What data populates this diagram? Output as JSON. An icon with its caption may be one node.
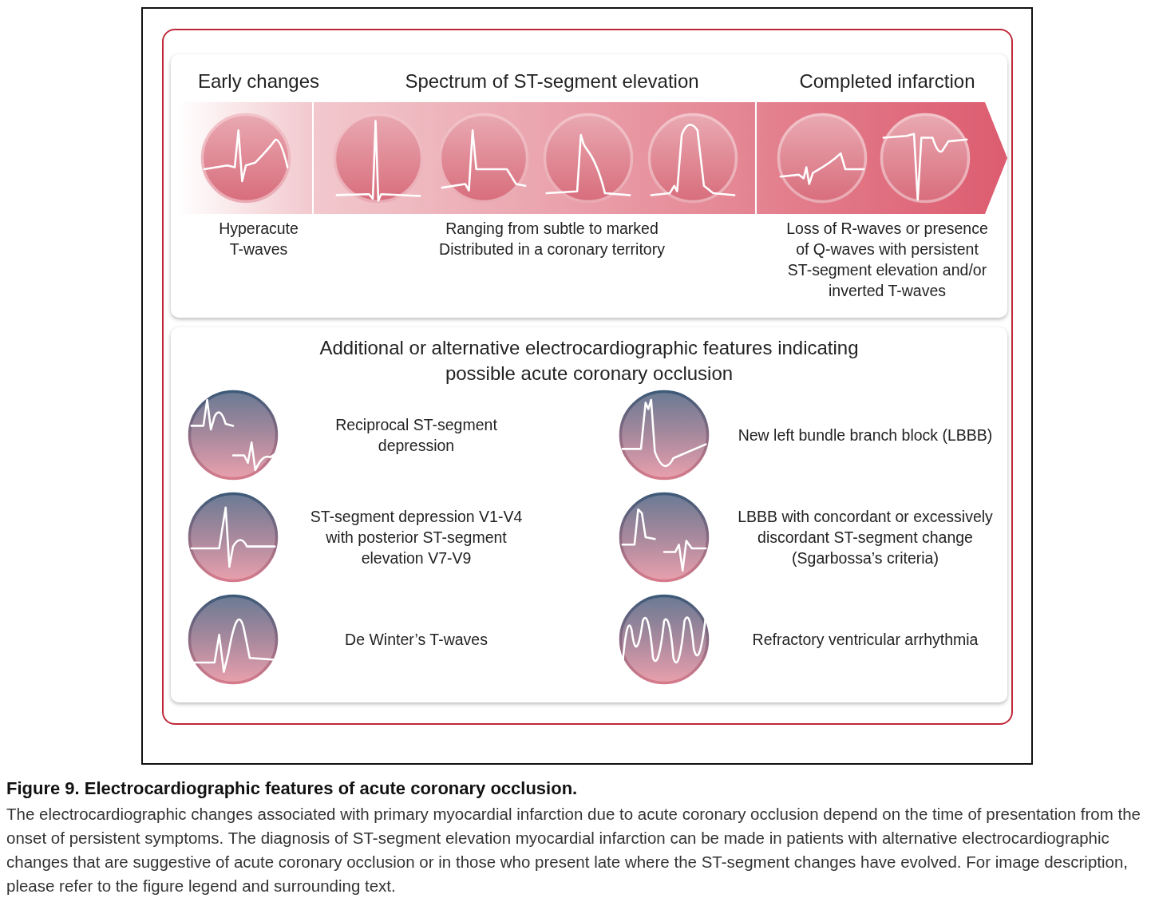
{
  "diagram": {
    "title": "Figure 9. Electrocardiographic features of acute coronary occlusion.",
    "caption": "The electrocardiographic changes associated with primary myocardial infarction due to acute coronary occlusion depend on the time of presentation from the onset of persistent symptoms. The diagnosis of ST-segment elevation myocardial infarction can be made in patients with alternative electrocardiographic changes that are suggestive of acute coronary occlusion or in those who present late where the ST-segment changes have evolved. For image description, please refer to the figure legend and surrounding text.",
    "nodes": [
      {
        "text": [
          "Early changes",
          "Hyperacute T-waves"
        ]
      },
      {
        "text": [
          "Spectrum of ST-segment elevation",
          "Ranging from subtle to marked",
          "Distributed in a coronary territory"
        ]
      },
      {
        "text": [
          "Completed infarction",
          "Loss of R-waves or presence of Q-waves with persistent ST-segment elevation and/or inverted T-waves"
        ]
      },
      {
        "text": [
          "Additional or alternative electrocardiographic features indicating possible acute coronary occlusion"
        ]
      },
      {
        "text": [
          "Reciprocal ST-segment depression"
        ],
        "in": 3
      },
      {
        "text": [
          "New left bundle branch block (LBBB)"
        ],
        "in": 3
      },
      {
        "text": [
          "ST-segment depression V1-V4 with posterior ST-segment elevation V7-V9"
        ],
        "in": 3
      },
      {
        "text": [
          "LBBB with concordant or excessively discordant ST-segment change (Sgarbossa’s criteria)"
        ],
        "in": 3
      },
      {
        "text": [
          "De Winter’s T-waves"
        ],
        "in": 3
      },
      {
        "text": [
          "Refractory ventricular arrhythmia"
        ],
        "in": 3
      }
    ]
  }
}
